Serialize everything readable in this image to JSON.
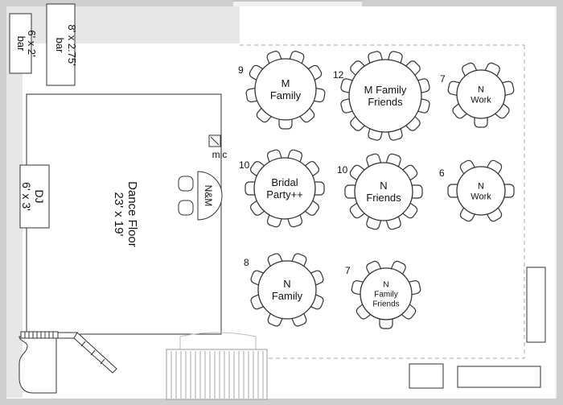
{
  "bars": [
    {
      "name": "bar",
      "size": "6' x 2'"
    },
    {
      "name": "bar",
      "size": "8' x 2.75'"
    }
  ],
  "dj": {
    "name": "DJ",
    "size": "6' x 3'"
  },
  "dance_floor": {
    "title": "Dance Floor",
    "size": "23' x 19'"
  },
  "mic": "mic",
  "sweetheart": "N&M",
  "tables": [
    {
      "count": "9",
      "line1": "M",
      "line2": "Family",
      "line3": "",
      "seats": 9
    },
    {
      "count": "12",
      "line1": "M Family",
      "line2": "Friends",
      "line3": "",
      "seats": 12
    },
    {
      "count": "7",
      "line1": "N",
      "line2": "Work",
      "line3": "",
      "seats": 7
    },
    {
      "count": "10",
      "line1": "Bridal",
      "line2": "Party++",
      "line3": "",
      "seats": 10
    },
    {
      "count": "10",
      "line1": "N",
      "line2": "Friends",
      "line3": "",
      "seats": 10
    },
    {
      "count": "6",
      "line1": "N",
      "line2": "Work",
      "line3": "",
      "seats": 6
    },
    {
      "count": "8",
      "line1": "N",
      "line2": "Family",
      "line3": "",
      "seats": 8
    },
    {
      "count": "7",
      "line1": "N",
      "line2": "Family",
      "line3": "Friends",
      "seats": 7
    }
  ]
}
